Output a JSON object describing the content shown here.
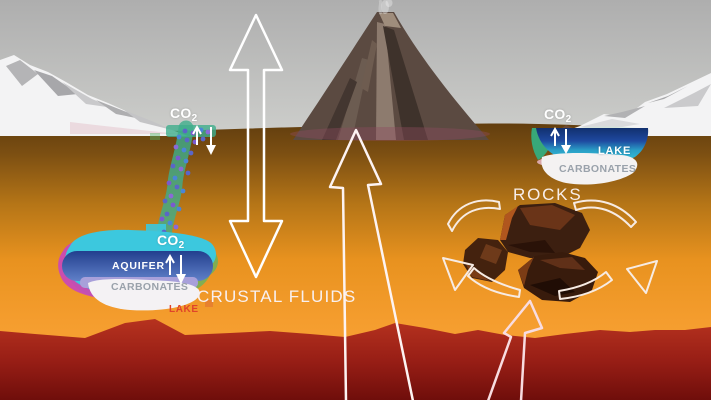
{
  "scene": {
    "description": "Cross-section diagram of a planetary crustal carbon cycle with mountains, volcano, aquifer, lakes, carbonates and rock overturn",
    "labels": {
      "co2_surface_left": {
        "text": "CO",
        "sub": "2"
      },
      "co2_aquifer": {
        "text": "CO",
        "sub": "2"
      },
      "co2_lake_right": {
        "text": "CO",
        "sub": "2"
      },
      "aquifer": "AQUIFER",
      "carbonates_left": "CARBONATES",
      "lake_left": "LAKE",
      "crustal_fluids": "CRUSTAL FLUIDS",
      "lake_right": "LAKE",
      "carbonates_right": "CARBONATES",
      "rocks": "ROCKS"
    },
    "colors": {
      "sky_top": "#b1b1b1",
      "sky_horizon": "#cdcdcb",
      "ground_dark_brown": "#5f3c0e",
      "ground_orange": "#f6a036",
      "deep_crust_red_top": "#b7331f",
      "deep_crust_red_bottom": "#6f0e0b",
      "lake_deep_blue": "#14307c",
      "lake_cyan": "#2ec6de",
      "aquifer_blue": "#26418f",
      "carbonate_white": "#f2f0f2",
      "co2_trail_teal": "#3fae8c",
      "co2_dot_blue": "#5a66c8",
      "rock_brown": "#3c1f10",
      "arrow_white": "#ffffff",
      "label_gray": "#9aa2ab",
      "lake_left_label_red": "#e0442a"
    }
  }
}
